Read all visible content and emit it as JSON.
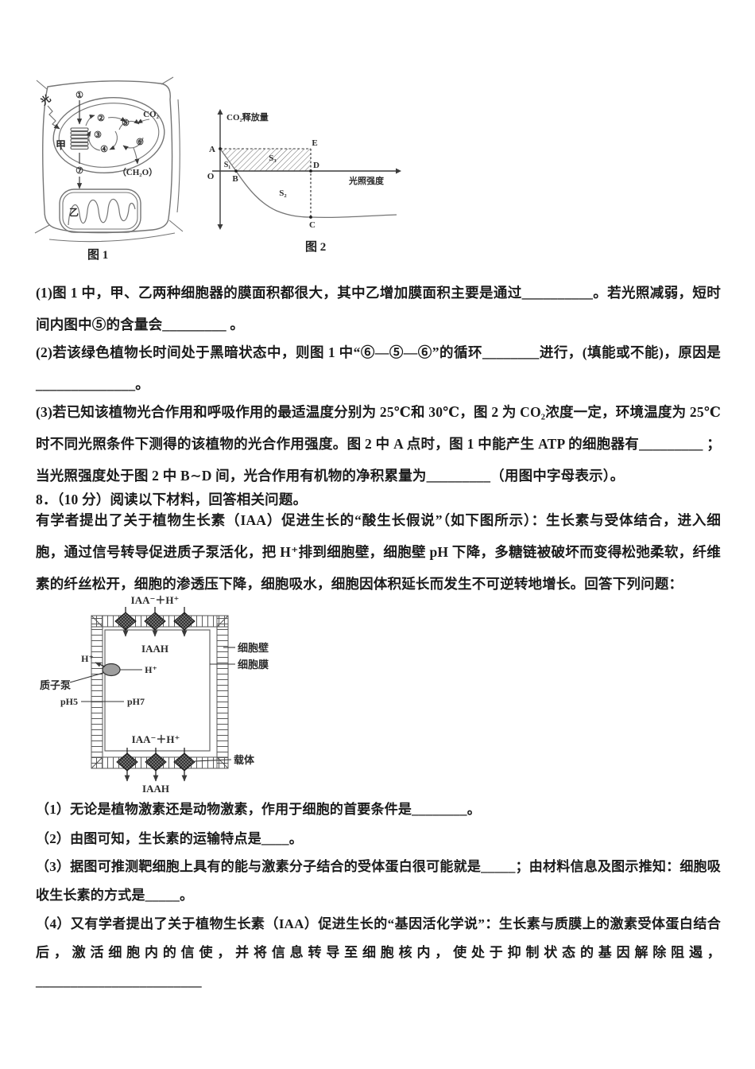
{
  "figure1": {
    "caption": "图 1",
    "labels": {
      "light": "光",
      "organelle_jia": "甲",
      "organelle_yi": "乙",
      "step1": "①",
      "step2": "②",
      "step3": "③",
      "step4": "④",
      "step5": "⑤",
      "step6": "⑥",
      "step7": "⑦",
      "co2": "CO₂",
      "ch2o": "（CH₂O）"
    }
  },
  "figure2": {
    "caption": "图 2",
    "ylabel": "CO₂释放量",
    "xlabel": "光照强度",
    "labels": {
      "O": "O",
      "A": "A",
      "B": "B",
      "C": "C",
      "D": "D",
      "E": "E",
      "S1": "S₁",
      "S2": "S₂",
      "S3": "S₃"
    }
  },
  "chart_data": {
    "type": "line",
    "title": "图 2",
    "xlabel": "光照强度",
    "ylabel": "CO₂释放量",
    "axis_numeric": false,
    "points_norm": {
      "O": [
        0,
        0
      ],
      "A": [
        0,
        0.36
      ],
      "B": [
        0.09,
        0
      ],
      "E": [
        0.5,
        0.36
      ],
      "D": [
        0.5,
        0
      ],
      "C": [
        0.5,
        -0.85
      ]
    },
    "series": [
      {
        "name": "CO₂释放量随光照强度变化曲线",
        "x_norm": [
          0,
          0.09,
          0.2,
          0.32,
          0.5,
          0.75,
          1.0
        ],
        "y_norm": [
          0.36,
          0,
          -0.45,
          -0.7,
          -0.85,
          -0.83,
          -0.81
        ]
      }
    ],
    "regions": [
      {
        "label": "S₁",
        "description": "曲线与两坐标轴围成的原点附近小区域"
      },
      {
        "label": "S₂",
        "description": "x 轴下方、曲线上方 B 至 C 之间的区域"
      },
      {
        "label": "S₃",
        "description": "A、E、D、B 围成的斜线阴影区域"
      }
    ],
    "dashed_lines": [
      "A–E 水平虚线",
      "E–D–C 竖直虚线"
    ]
  },
  "q7": {
    "parts": [
      "(1)图 1 中，甲、乙两种细胞器的膜面积都很大，其中乙增加膜面积主要是通过__________。若光照减弱，短时间内图中⑤的含量会_________ 。",
      "(2)若该绿色植物长时间处于黑暗状态中，则图 1 中“⑥—⑤—⑥”的循环________进行，(填能或不能)，原因是______________。",
      "(3)若已知该植物光合作用和呼吸作用的最适温度分别为 25℃和 30℃，图 2 为 CO₂浓度一定，环境温度为 25℃时不同光照条件下测得的该植物的光合作用强度。图 2 中 A 点时，图 1 中能产生 ATP 的细胞器有_________ ；当光照强度处于图 2 中 B∼D 间，光合作用有机物的净积累量为_________（用图中字母表示）。"
    ]
  },
  "q8": {
    "heading": "8．（10 分）阅读以下材料，回答相关问题。",
    "intro": "有学者提出了关于植物生长素（IAA）促进生长的“酸生长假说”（如下图所示）：生长素与受体结合，进入细胞，通过信号转导促进质子泵活化，把 H⁺排到细胞壁，细胞壁 pH 下降，多糖链被破坏而变得松弛柔软，纤维素的纤丝松开，细胞的渗透压下降，细胞吸水，细胞因体积延长而发生不可逆转地增长。回答下列问题：",
    "diagram": {
      "iaa_out": "IAA⁻＋H⁺",
      "iaah": "IAAH",
      "h_plus": "H⁺",
      "proton_pump": "质子泵",
      "ph5": "pH5",
      "ph7": "pH7",
      "cell_wall": "细胞壁",
      "cell_membrane": "细胞膜",
      "carrier": "载体"
    },
    "parts": [
      "（1）无论是植物激素还是动物激素，作用于细胞的首要条件是________。",
      "（2）由图可知，生长素的运输特点是____。",
      "（3）据图可推测靶细胞上具有的能与激素分子结合的受体蛋白很可能就是_____；由材料信息及图示推知：细胞吸收生长素的方式是_____。",
      "（4）又有学者提出了关于植物生长素（IAA）促进生长的“基因活化学说”：生长素与质膜上的激素受体蛋白结合后，激活细胞内的信使，并将信息转导至细胞核内，使处于抑制状态的基因解除阻遏，________________________"
    ]
  }
}
